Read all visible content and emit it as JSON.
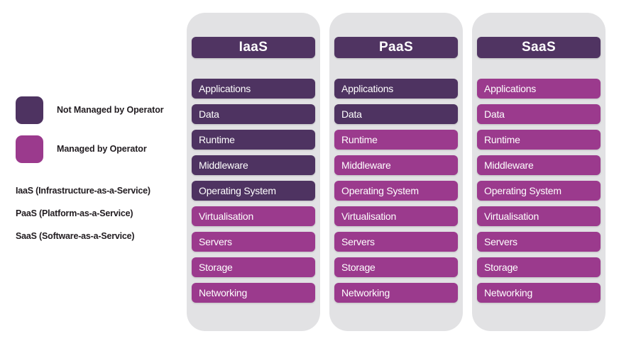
{
  "legend": {
    "items": [
      {
        "swatch": "dark",
        "color": "#4e3361",
        "label": "Not Managed by Operator"
      },
      {
        "swatch": "light",
        "color": "#9b3a8d",
        "label": "Managed by Operator"
      }
    ]
  },
  "acronyms": [
    "IaaS (Infrastructure-as-a-Service)",
    "PaaS (Platform-as-a-Service)",
    "SaaS (Software-as-a-Service)"
  ],
  "colors": {
    "not_managed": "#4e3361",
    "managed": "#9b3a8d",
    "panel_background": "#e2e2e4",
    "text_on_bar": "#ffffff",
    "body_text": "#211c20",
    "page_background": "#ffffff"
  },
  "layer_names": [
    "Applications",
    "Data",
    "Runtime",
    "Middleware",
    "Operating System",
    "Virtualisation",
    "Servers",
    "Storage",
    "Networking"
  ],
  "columns": [
    {
      "title": "IaaS",
      "layers": [
        {
          "label": "Applications",
          "state": "dark"
        },
        {
          "label": "Data",
          "state": "dark"
        },
        {
          "label": "Runtime",
          "state": "dark"
        },
        {
          "label": "Middleware",
          "state": "dark"
        },
        {
          "label": "Operating System",
          "state": "dark"
        },
        {
          "label": "Virtualisation",
          "state": "light"
        },
        {
          "label": "Servers",
          "state": "light"
        },
        {
          "label": "Storage",
          "state": "light"
        },
        {
          "label": "Networking",
          "state": "light"
        }
      ]
    },
    {
      "title": "PaaS",
      "layers": [
        {
          "label": "Applications",
          "state": "dark"
        },
        {
          "label": "Data",
          "state": "dark"
        },
        {
          "label": "Runtime",
          "state": "light"
        },
        {
          "label": "Middleware",
          "state": "light"
        },
        {
          "label": "Operating System",
          "state": "light"
        },
        {
          "label": "Virtualisation",
          "state": "light"
        },
        {
          "label": "Servers",
          "state": "light"
        },
        {
          "label": "Storage",
          "state": "light"
        },
        {
          "label": "Networking",
          "state": "light"
        }
      ]
    },
    {
      "title": "SaaS",
      "layers": [
        {
          "label": "Applications",
          "state": "light"
        },
        {
          "label": "Data",
          "state": "light"
        },
        {
          "label": "Runtime",
          "state": "light"
        },
        {
          "label": "Middleware",
          "state": "light"
        },
        {
          "label": "Operating System",
          "state": "light"
        },
        {
          "label": "Virtualisation",
          "state": "light"
        },
        {
          "label": "Servers",
          "state": "light"
        },
        {
          "label": "Storage",
          "state": "light"
        },
        {
          "label": "Networking",
          "state": "light"
        }
      ]
    }
  ]
}
